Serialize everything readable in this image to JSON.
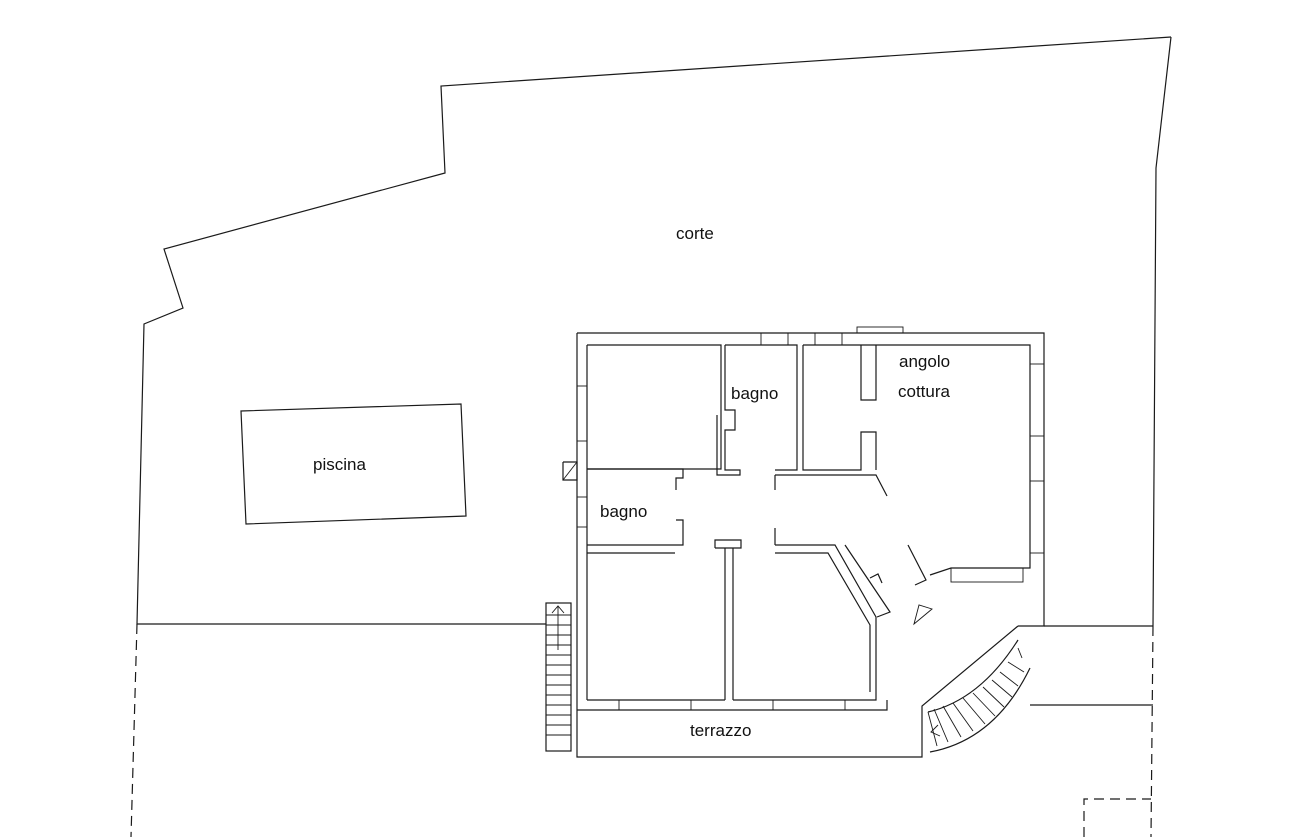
{
  "labels": {
    "courtyard": "corte",
    "pool": "piscina",
    "bath_upper": "bagno",
    "bath_left": "bagno",
    "kitchen_line1": "angolo",
    "kitchen_line2": "cottura",
    "terrace": "terrazzo"
  }
}
